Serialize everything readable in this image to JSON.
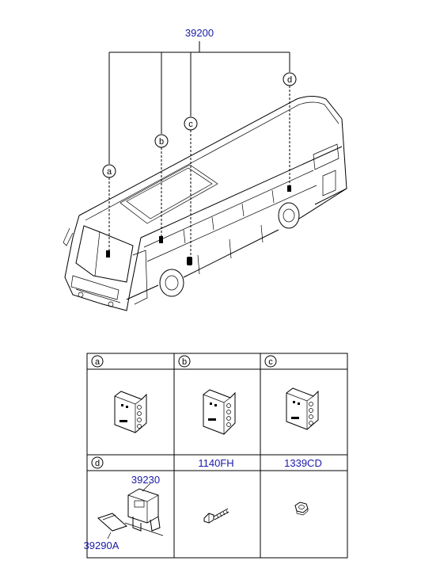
{
  "assembly": {
    "part_number": "39200"
  },
  "callouts": {
    "a": "a",
    "b": "b",
    "c": "c",
    "d": "d"
  },
  "table": {
    "row1": [
      {
        "letter": "a",
        "label": ""
      },
      {
        "letter": "b",
        "label": ""
      },
      {
        "letter": "c",
        "label": ""
      }
    ],
    "row2": [
      {
        "letter": "d",
        "label": ""
      },
      {
        "letter": "",
        "label": "1140FH"
      },
      {
        "letter": "",
        "label": "1339CD"
      }
    ],
    "d_parts": {
      "bracket": "39230",
      "pad": "39290A"
    }
  },
  "colors": {
    "part_number_text": "#1a1aa8",
    "line": "#000000"
  },
  "icons": [
    "connector-block-icon",
    "bolt-icon",
    "nut-icon",
    "sensor-unit-icon",
    "bus-illustration"
  ]
}
